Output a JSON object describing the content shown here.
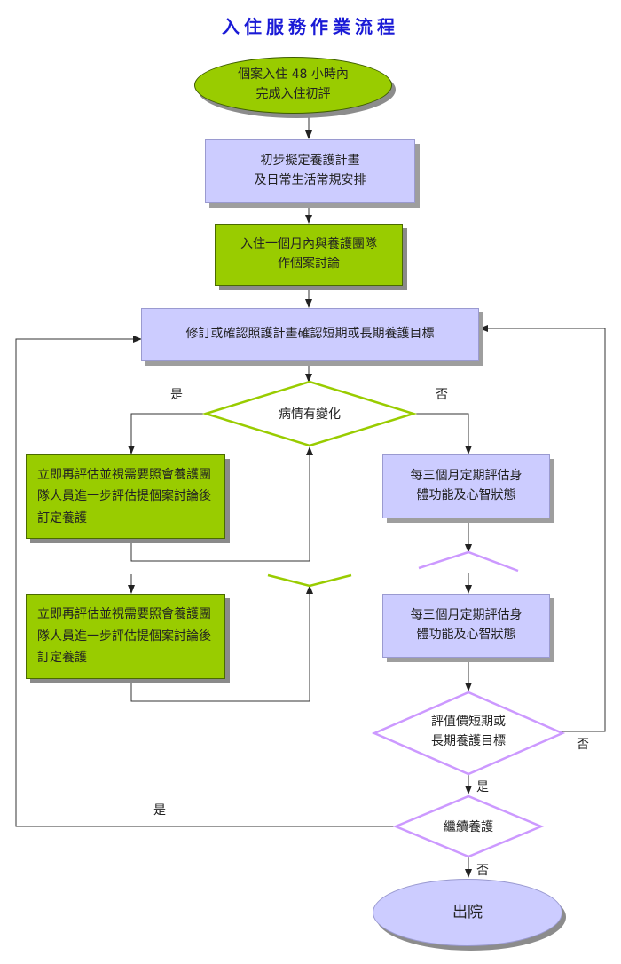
{
  "title": "入住服務作業流程",
  "nodes": {
    "start": {
      "line1": "個案入住 48 小時內",
      "line2": "完成入住初評"
    },
    "plan": {
      "line1": "初步擬定養護計畫",
      "line2": "及日常生活常規安排"
    },
    "meeting": {
      "line1": "入住一個月內與養護團隊",
      "line2": "作個案討論"
    },
    "revise": {
      "text": "修訂或確認照護計畫確認短期或長期養護目標"
    },
    "condition": {
      "text": "病情有變化"
    },
    "reassess_a": {
      "text": "立即再評估並視需要照會養護團隊人員進一步評估提個案討論後訂定養護"
    },
    "reassess_b": {
      "text": "立即再評估並視需要照會養護團隊人員進一步評估提個案討論後訂定養護"
    },
    "quarterly_a": {
      "line1": "每三個月定期評估身",
      "line2": "體功能及心智狀態"
    },
    "quarterly_b": {
      "line1": "每三個月定期評估身",
      "line2": "體功能及心智狀態"
    },
    "evaluate": {
      "line1": "評值價短期或",
      "line2": "長期養護目標"
    },
    "continue": {
      "text": "繼續養護"
    },
    "discharge": {
      "text": "出院"
    }
  },
  "labels": {
    "yes_condition": "是",
    "no_condition": "否",
    "no_evaluate": "否",
    "yes_evaluate": "是",
    "yes_continue": "是",
    "no_continue": "否"
  },
  "colors": {
    "title": "#1a1ad6",
    "green_fill": "#99cc00",
    "blue_fill": "#ccccff",
    "diamond_green": "#99cc00",
    "diamond_purple": "#cc99ff"
  }
}
